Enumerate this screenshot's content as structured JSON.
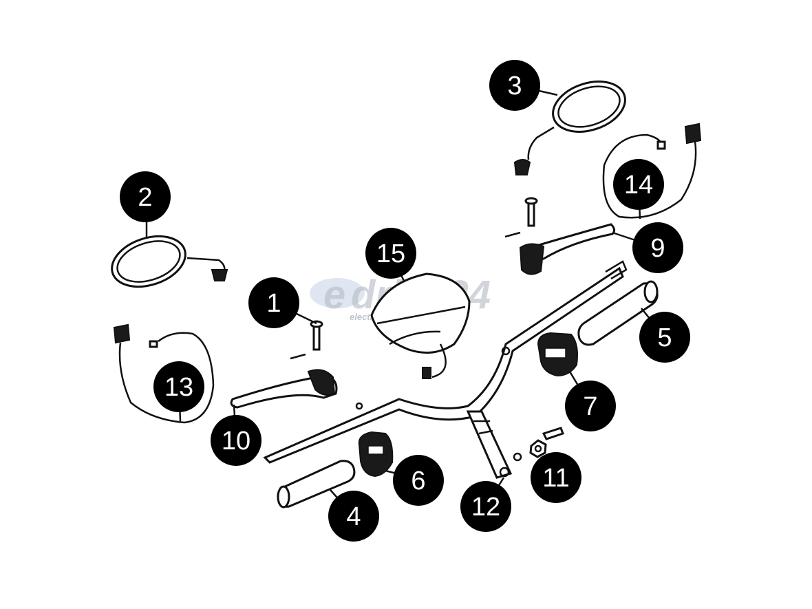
{
  "watermark": {
    "logo_letter": "e",
    "brand": "drive24",
    "tagline": "electric motorcycle"
  },
  "callouts": [
    "1",
    "2",
    "3",
    "4",
    "5",
    "6",
    "7",
    "9",
    "10",
    "11",
    "12",
    "13",
    "14",
    "15"
  ]
}
